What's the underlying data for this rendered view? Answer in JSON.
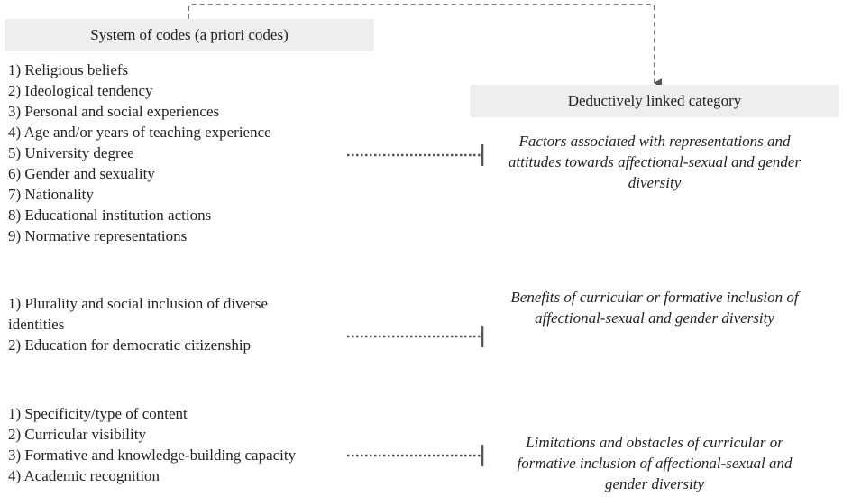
{
  "headers": {
    "codes": "System of codes (a priori codes)",
    "category": "Deductively linked category"
  },
  "groups": [
    {
      "codes": [
        "1) Religious beliefs",
        "2) Ideological tendency",
        "3) Personal and social experiences",
        "4) Age and/or years of teaching experience",
        "5) University degree",
        "6) Gender and sexuality",
        "7) Nationality",
        "8) Educational institution actions",
        "9) Normative representations"
      ],
      "category": "Factors associated with representations and attitudes towards affectional-sexual and gender diversity"
    },
    {
      "codes": [
        "1) Plurality and social inclusion of diverse",
        "identities",
        "2) Education for democratic citizenship"
      ],
      "category": "Benefits of curricular or formative inclusion of affectional-sexual and gender diversity"
    },
    {
      "codes": [
        "1) Specificity/type of content",
        "2) Curricular visibility",
        "3) Formative and knowledge-building capacity",
        "4) Academic recognition"
      ],
      "category": "Limitations and obstacles of curricular or formative inclusion of affectional-sexual and gender diversity"
    }
  ],
  "colors": {
    "header_fill": "#eeeef0",
    "connector": "#555555"
  }
}
